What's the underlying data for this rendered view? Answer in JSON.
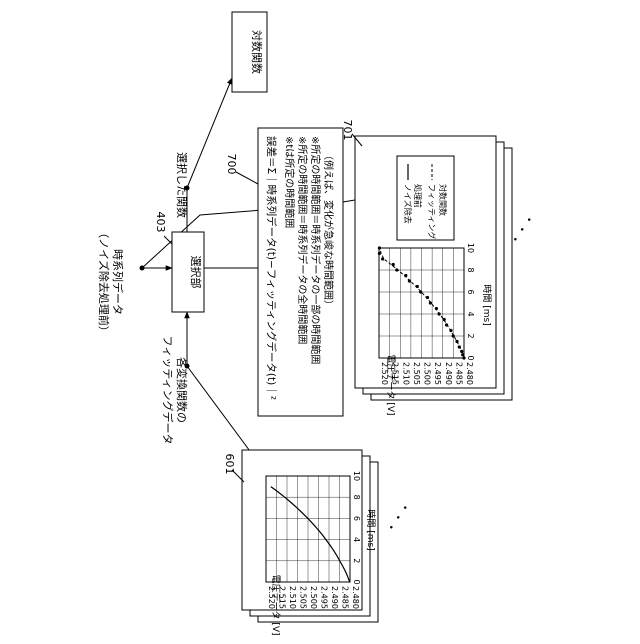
{
  "nodes": {
    "selector": {
      "label": "選択部",
      "ref": "403"
    },
    "log_function": {
      "label": "対数関数"
    }
  },
  "inputs": {
    "time_series": {
      "line1": "時系列データ",
      "line2": "（ノイズ除去処理前）"
    },
    "fitting": {
      "line1": "各変換関数の",
      "line2": "フィッティングデータ"
    }
  },
  "outputs": {
    "selected": "選択した関数"
  },
  "error_box": {
    "ref": "700",
    "formula": "誤差＝Σ｜時系列データ(t)−フィッティングデータ(t)｜²",
    "notes": [
      "※tは所定の時間範囲",
      "※所定の時間範囲＝時系列データの全時間範囲",
      "※所定の時間範囲＝時系列データの一部の時間範囲",
      "（例えば、変化が急峻な時間範囲）"
    ]
  },
  "chart_left": {
    "ref": "601",
    "ylabel": "電圧データ [V]",
    "xlabel": "時間 [ms]",
    "yticks": [
      "2.520",
      "2.515",
      "2.510",
      "2.505",
      "2.500",
      "2.495",
      "2.490",
      "2.485",
      "2.480"
    ],
    "xticks": [
      "0",
      "2",
      "4",
      "6",
      "8",
      "10"
    ],
    "ellipsis": "・・・"
  },
  "chart_right": {
    "ref": "701",
    "ylabel": "電圧データ [V]",
    "xlabel": "時間 [ms]",
    "yticks": [
      "2.520",
      "2.515",
      "2.510",
      "2.505",
      "2.500",
      "2.495",
      "2.490",
      "2.485",
      "2.480"
    ],
    "xticks": [
      "0",
      "2",
      "4",
      "6",
      "8",
      "10"
    ],
    "legend": [
      {
        "line1": "ノイズ除去",
        "line2": "処理前"
      },
      {
        "line1": "フィッティング",
        "line2": "対数関数"
      }
    ],
    "ellipsis": "・・・"
  },
  "chart_data": [
    {
      "type": "line",
      "xlabel": "時間 [ms]",
      "ylabel": "電圧データ [V]",
      "xlim": [
        0,
        10
      ],
      "ylim": [
        2.48,
        2.52
      ],
      "x": [
        0.05,
        0.3,
        0.6,
        1.0,
        1.5,
        2.0,
        2.5,
        3.0,
        3.5,
        4.0,
        4.5,
        5.0,
        5.5,
        6.0,
        6.5,
        7.0,
        7.5,
        8.0,
        8.5,
        9.0
      ],
      "series": [
        {
          "values": [
            2.4802,
            2.4807,
            2.4813,
            2.4822,
            2.4835,
            2.4849,
            2.4863,
            2.4879,
            2.4896,
            2.4915,
            2.4934,
            2.4955,
            2.4977,
            2.5001,
            2.5026,
            2.5053,
            2.5081,
            2.5111,
            2.5143,
            2.5177
          ]
        }
      ]
    },
    {
      "type": "line",
      "xlabel": "時間 [ms]",
      "ylabel": "電圧データ [V]",
      "xlim": [
        0,
        10
      ],
      "ylim": [
        2.48,
        2.52
      ],
      "x": [
        0.0,
        0.3,
        0.6,
        1.0,
        1.5,
        2.0,
        2.5,
        3.0,
        3.5,
        4.0,
        4.5,
        5.0,
        5.5,
        6.0,
        6.5,
        7.0,
        7.5,
        8.0,
        8.5,
        9.0,
        9.5,
        10.0
      ],
      "series": [
        {
          "name": "ノイズ除去処理前",
          "values": [
            2.48,
            2.4806,
            2.4811,
            2.4822,
            2.4833,
            2.4851,
            2.4861,
            2.4882,
            2.4893,
            2.4917,
            2.493,
            2.4958,
            2.4972,
            2.5004,
            2.502,
            2.5057,
            2.5074,
            2.5116,
            2.5133,
            2.5183,
            2.5198,
            2.5198
          ]
        },
        {
          "name": "フィッティング対数関数",
          "values": [
            2.48,
            2.4804,
            2.481,
            2.482,
            2.4833,
            2.4848,
            2.4863,
            2.4879,
            2.4896,
            2.4915,
            2.4934,
            2.4955,
            2.4977,
            2.5001,
            2.5026,
            2.5053,
            2.5081,
            2.5111,
            2.5143,
            2.5177,
            2.519,
            2.5195
          ]
        }
      ]
    }
  ]
}
